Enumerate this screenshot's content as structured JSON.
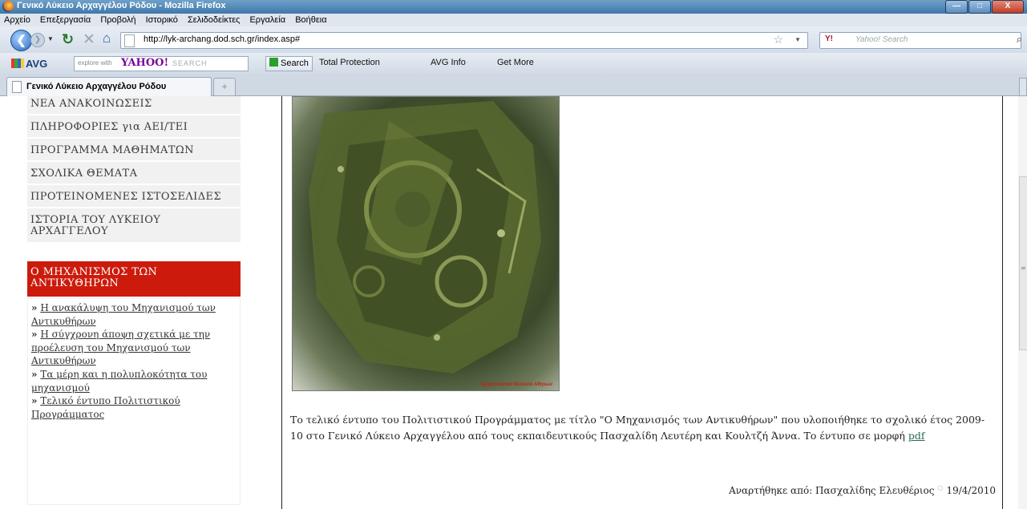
{
  "window": {
    "title": "Γενικό Λύκειο Αρχαγγέλου Ρόδου - Mozilla Firefox",
    "buttons": {
      "minimize": "—",
      "maximize": "□",
      "close": "X"
    }
  },
  "menubar": [
    "Αρχείο",
    "Επεξεργασία",
    "Προβολή",
    "Ιστορικό",
    "Σελιδοδείκτες",
    "Εργαλεία",
    "Βοήθεια"
  ],
  "navbar": {
    "url": "http://lyk-archang.dod.sch.gr/index.asp#",
    "search_placeholder": "Yahoo! Search",
    "search_engine_label": "Y!"
  },
  "avg_toolbar": {
    "brand": "AVG",
    "explore_label": "explore with",
    "yahoo_label": "YAHOO!",
    "search_field_label": "SEARCH",
    "search_button": "Search",
    "total_protection": "Total Protection",
    "avg_info": "AVG Info",
    "get_more": "Get More"
  },
  "tabs": [
    {
      "label": "Γενικό Λύκειο Αρχαγγέλου Ρόδου"
    }
  ],
  "sidebar": {
    "items": [
      {
        "label": "ΝΕΑ ΑΝΑΚΟΙΝΩΣΕΙΣ"
      },
      {
        "label": "ΠΛΗΡΟΦΟΡΙΕΣ για ΑΕΙ/ΤΕΙ"
      },
      {
        "label": "ΠΡΟΓΡΑΜΜΑ ΜΑΘΗΜΑΤΩΝ"
      },
      {
        "label": "ΣΧΟΛΙΚΑ ΘΕΜΑΤΑ"
      },
      {
        "label": "ΠΡΟΤΕΙΝΟΜΕΝΕΣ ΙΣΤΟΣΕΛΙΔΕΣ"
      },
      {
        "label": "ΙΣΤΟΡΙΑ ΤΟΥ ΛΥΚΕΙΟΥ ΑΡΧΑΓΓΕΛΟΥ"
      },
      {
        "label": "Ο ΜΗΧΑΝΙΣΜΟΣ ΤΩΝ ΑΝΤΙΚΥΘΗΡΩΝ"
      }
    ],
    "submenu_bullet": "»",
    "submenu": [
      {
        "label": "Η ανακάλυψη του Μηχανισμού των Αντικυθήρων"
      },
      {
        "label": "Η σύγχρονη άποψη σχετικά με την προέλευση του Μηχανισμού των Αντικυθήρων"
      },
      {
        "label": "Τα μέρη και η πολυπλοκότητα του μηχανισμού"
      },
      {
        "label": "Τελικό έντυπο Πολιτιστικού Προγράμματος"
      }
    ]
  },
  "main": {
    "image_caption": "Αρχαιολογικό Μουσείο Αθηνών",
    "paragraph": "Το τελικό έντυπο του Πολιτιστικού Προγράμματος με τίτλο \"Ο Μηχανισμός των Αντικυθήρων\" που υλοποιήθηκε το σχολικό έτος 2009-10 στο Γενικό Λύκειο Αρχαγγέλου από τους εκπαιδευτικούς Πασχαλίδη Λευτέρη και Κουλτζή Άννα. Το έντυπο σε μορφή",
    "pdf_link": "pdf",
    "posted_by": "Αναρτήθηκε από: Πασχαλίδης Ελευθέριος",
    "posted_date": "19/4/2010"
  }
}
